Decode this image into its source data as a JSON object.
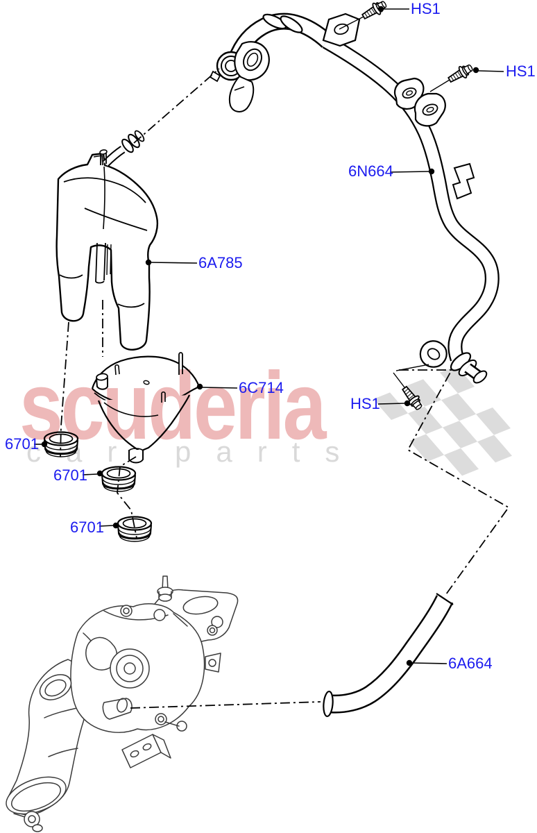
{
  "watermark": {
    "brand": "scuderia",
    "subtitle": "car parts",
    "brand_color": "#eeb9b9",
    "subtitle_color": "#d9d9d9"
  },
  "palette": {
    "label_text": "#1b1bef",
    "line": "#000000",
    "turbo_line": "#3a3a3a",
    "flag_gray": "#dcdcdc"
  },
  "callouts": [
    {
      "code": "HS1"
    },
    {
      "code": "HS1"
    },
    {
      "code": "6N664"
    },
    {
      "code": "6A785"
    },
    {
      "code": "6C714"
    },
    {
      "code": "HS1"
    },
    {
      "code": "6701"
    },
    {
      "code": "6701"
    },
    {
      "code": "6701"
    },
    {
      "code": "6A664"
    }
  ]
}
